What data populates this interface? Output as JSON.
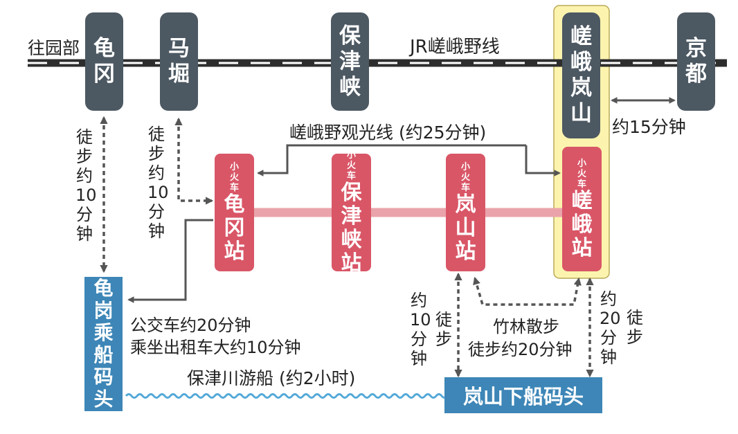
{
  "jr_line": {
    "name": "JR嵯峨野线",
    "direction_label": "往园部",
    "stations": [
      "龟冈",
      "马堀",
      "保津峡",
      "嵯峨岚山",
      "京都"
    ],
    "kyoto_time": "约15分钟"
  },
  "torokko_line": {
    "name": "嵯峨野观光线 (约25分钟)",
    "prefix": "小火车",
    "stations": [
      "龟冈站",
      "保津峡站",
      "岚山站",
      "嵯峨站"
    ]
  },
  "piers": {
    "kameoka": "龟岗乘船码头",
    "arashiyama": "岚山下船码头"
  },
  "boat": {
    "label": "保津川游船 (约2小时)"
  },
  "walks": {
    "kameoka_pier": "徒步约10分钟",
    "umahori": "徒步约10分钟",
    "arashiyama_time": "约10分钟",
    "arashiyama_walk": "徒步",
    "saga_time": "约20分钟",
    "saga_walk": "徒步",
    "bamboo_title": "竹林散步",
    "bamboo_time": "徒步约20分钟"
  },
  "transfer": {
    "bus": "公交车约20分钟",
    "taxi": "乘坐出租车大约10分钟"
  },
  "colors": {
    "jr_station": "#4c5862",
    "torokko_station": "#d95667",
    "torokko_track": "#eaa3aa",
    "pier": "#3d86b7",
    "river": "#52a8d8",
    "highlight": "#fcf4ae"
  }
}
